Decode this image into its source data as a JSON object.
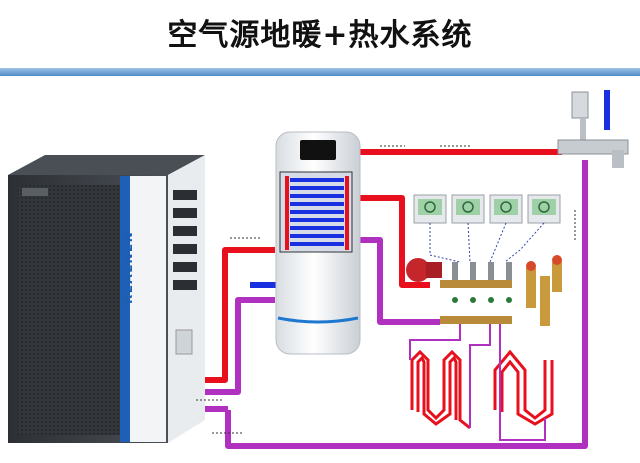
{
  "title": "空气源地暖+热水系统",
  "heat_pump": {
    "brand_label": "REALNEN"
  },
  "colors": {
    "hot_pipe": "#e8101c",
    "return_pipe": "#b030c0",
    "cold_pipe": "#1830e0",
    "floor_loop": "#e8101c",
    "title_bar": "#4e8cc8",
    "unit_body": "#3a3f44",
    "accent_stripe": "#1f5fb5"
  },
  "icons": [
    "heat-pump-unit",
    "water-tank",
    "heating-coil",
    "thermostat",
    "circulation-pump",
    "manifold",
    "valve",
    "faucet",
    "floor-heating-loop"
  ]
}
